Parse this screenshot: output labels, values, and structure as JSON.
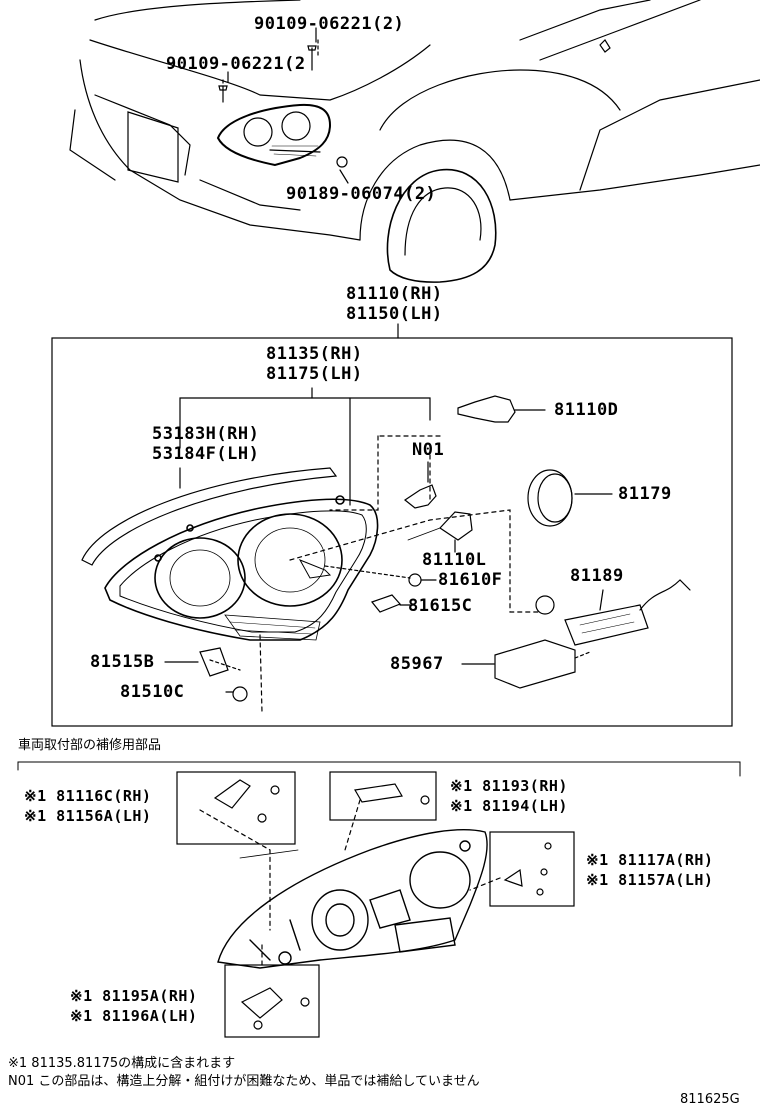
{
  "top_labels": {
    "bolt_a": "90109-06221(2)",
    "bolt_b": "90109-06221(2",
    "nut": "90189-06074(2)"
  },
  "assembly": {
    "rh": "81110(RH)",
    "lh": "81150(LH)"
  },
  "housing": {
    "rh": "81135(RH)",
    "lh": "81175(LH)"
  },
  "trim": {
    "rh": "53183H(RH)",
    "lh": "53184F(LH)"
  },
  "parts": {
    "p81110D": "81110D",
    "n01": "N01",
    "p81179": "81179",
    "p81110L": "81110L",
    "p81610F": "81610F",
    "p81189": "81189",
    "p81615C": "81615C",
    "p85967": "85967",
    "p81515B": "81515B",
    "p81510C": "81510C"
  },
  "repair": {
    "heading": "車両取付部の補修用部品",
    "set1_rh": "※1 81116C(RH)",
    "set1_lh": "※1 81156A(LH)",
    "set2_rh": "※1 81193(RH)",
    "set2_lh": "※1 81194(LH)",
    "set3_rh": "※1 81117A(RH)",
    "set3_lh": "※1 81157A(LH)",
    "set4_rh": "※1 81195A(RH)",
    "set4_lh": "※1 81196A(LH)"
  },
  "footnotes": {
    "note1": "※1 81135.81175の構成に含まれます",
    "note2": "N01 この部品は、構造上分解・組付けが困難なため、単品では補給していません"
  },
  "figure_id": "811625G"
}
